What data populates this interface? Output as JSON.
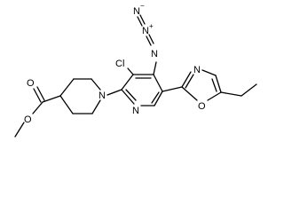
{
  "molecule": {
    "atoms": {
      "methyl_O": "O",
      "carbonyl_O": "O",
      "piperidine_N": "N",
      "chloro": "Cl",
      "azide_N1": "N",
      "azide_N2": "N",
      "azide_N3": "N",
      "azide_charge_plus": "+",
      "azide_charge_minus": "−",
      "pyridine_N": "N",
      "oxazole_N": "N",
      "oxazole_O": "O"
    },
    "colors": {
      "bonds": "#000000",
      "labels": "#000000",
      "background": "#ffffff"
    }
  }
}
